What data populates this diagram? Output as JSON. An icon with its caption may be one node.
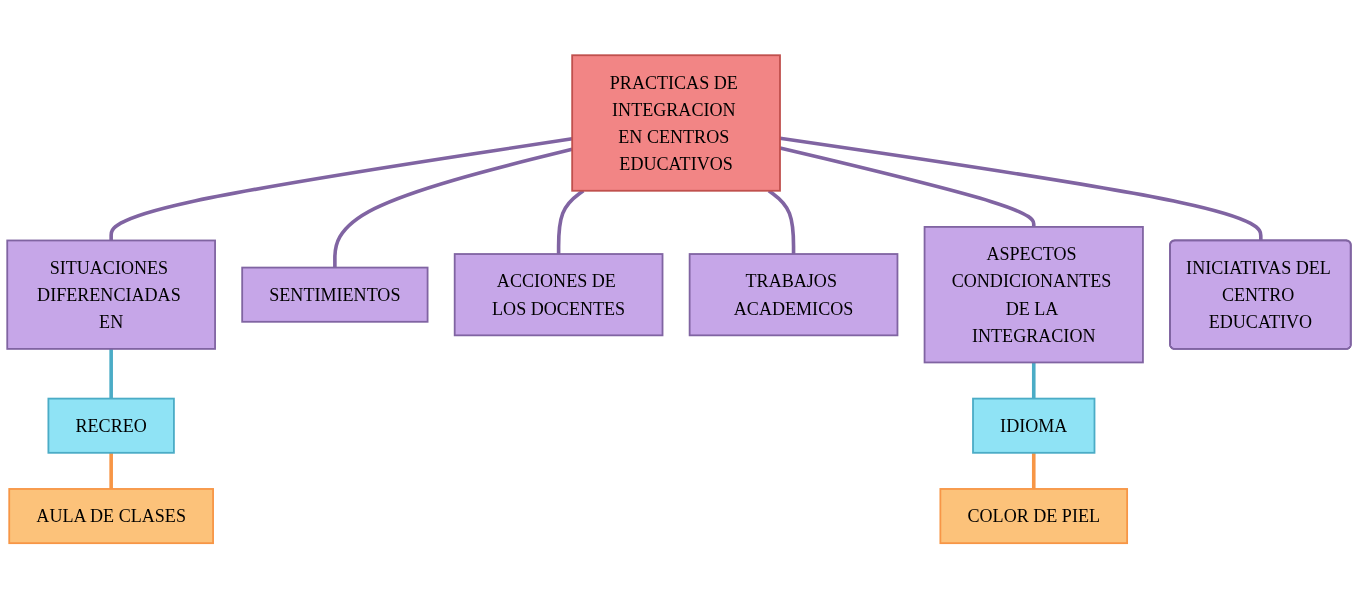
{
  "diagram": {
    "nodes": [
      {
        "text": [
          "PRACTICAS DE INTEGRACION EN CENTROS EDUCATIVOS"
        ]
      },
      {
        "text": [
          "SITUACIONES DIFERENCIADAS EN"
        ]
      },
      {
        "text": [
          "RECREO"
        ]
      },
      {
        "text": [
          "AULA DE CLASES"
        ]
      },
      {
        "text": [
          "SENTIMIENTOS"
        ]
      },
      {
        "text": [
          "ACCIONES DE LOS DOCENTES"
        ]
      },
      {
        "text": [
          "TRABAJOS ACADEMICOS"
        ]
      },
      {
        "text": [
          "ASPECTOS CONDICIONANTES DE LA INTEGRACION"
        ]
      },
      {
        "text": [
          "IDIOMA"
        ]
      },
      {
        "text": [
          "COLOR DE PIEL"
        ]
      },
      {
        "text": [
          "INICIATIVAS DEL CENTRO EDUCATIVO"
        ]
      }
    ],
    "edges": [
      {
        "from": 0,
        "to": 1,
        "arrow": "none"
      },
      {
        "from": 1,
        "to": 2,
        "arrow": "none",
        "color": "#4bacc6"
      },
      {
        "from": 2,
        "to": 3,
        "arrow": "none",
        "color": "#f79646"
      },
      {
        "from": 0,
        "to": 4,
        "arrow": "none"
      },
      {
        "from": 0,
        "to": 5,
        "arrow": "none"
      },
      {
        "from": 0,
        "to": 6,
        "arrow": "none"
      },
      {
        "from": 0,
        "to": 7,
        "arrow": "none"
      },
      {
        "from": 7,
        "to": 8,
        "arrow": "none",
        "color": "#4bacc6"
      },
      {
        "from": 8,
        "to": 9,
        "arrow": "none",
        "color": "#f79646"
      },
      {
        "from": 0,
        "to": 10,
        "arrow": "none"
      }
    ]
  }
}
